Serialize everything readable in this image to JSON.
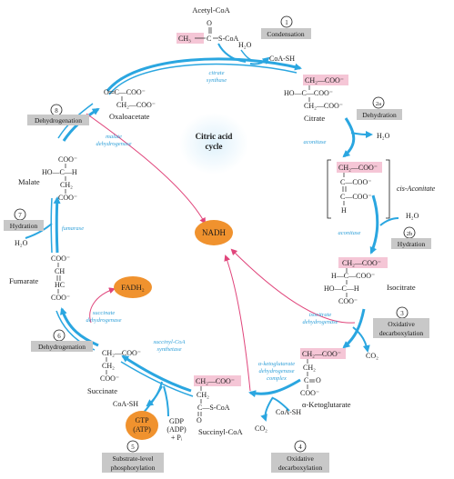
{
  "center_title": [
    "Citric acid",
    "cycle"
  ],
  "colors": {
    "arrow": "#2aa6e0",
    "pink": "#f5c6d6",
    "pink_arrow": "#e0457b",
    "box_gray": "#c8c8c8",
    "orange": "#f0922e"
  },
  "steps": {
    "s1": {
      "num": "1",
      "label": "Condensation"
    },
    "s2a": {
      "num": "2a",
      "label": "Dehydration"
    },
    "s2b": {
      "num": "2b",
      "label": "Hydration"
    },
    "s3": {
      "num": "3",
      "label1": "Oxidative",
      "label2": "decarboxylation"
    },
    "s4": {
      "num": "4",
      "label1": "Oxidative",
      "label2": "decarboxylation"
    },
    "s5": {
      "num": "5",
      "label1": "Substrate-level",
      "label2": "phosphorylation"
    },
    "s6": {
      "num": "6",
      "label": "Dehydrogenation"
    },
    "s7": {
      "num": "7",
      "label": "Hydration"
    },
    "s8": {
      "num": "8",
      "label": "Dehydrogenation"
    }
  },
  "compounds": {
    "acetyl_coa": "Acetyl-CoA",
    "citrate": "Citrate",
    "cis_aconitate": "cis-Aconitate",
    "isocitrate": "Isocitrate",
    "akg": "α-Ketoglutarate",
    "succinyl_coa": "Succinyl-CoA",
    "succinate": "Succinate",
    "fumarate": "Fumarate",
    "malate": "Malate",
    "oxaloacetate": "Oxaloacetate"
  },
  "side": {
    "h2o_1": "H₂O",
    "coash_1": "CoA-SH",
    "h2o_2a": "H₂O",
    "h2o_2b": "H₂O",
    "co2_3": "CO₂",
    "coash_4": "CoA-SH",
    "co2_4": "CO₂",
    "coash_5": "CoA-SH",
    "gdp": "GDP",
    "adp": "(ADP)",
    "pi": "+ Pᵢ",
    "h2o_7": "H₂O"
  },
  "enzymes": {
    "citrate_synthase": [
      "citrate",
      "synthase"
    ],
    "aconitase_1": "aconitase",
    "aconitase_2": "aconitase",
    "icdh": [
      "isocitrate",
      "dehydrogenase"
    ],
    "akgdh": [
      "α-ketoglutarate",
      "dehydrogenase",
      "complex"
    ],
    "scs": [
      "succinyl-CoA",
      "synthetase"
    ],
    "sdh": [
      "succinate",
      "dehydrogenase"
    ],
    "fumarase": "fumarase",
    "mdh": [
      "malate",
      "dehydrogenase"
    ]
  },
  "products": {
    "nadh": "NADH",
    "fadh2": "FADH₂",
    "gtp": "GTP",
    "atp": "(ATP)"
  }
}
